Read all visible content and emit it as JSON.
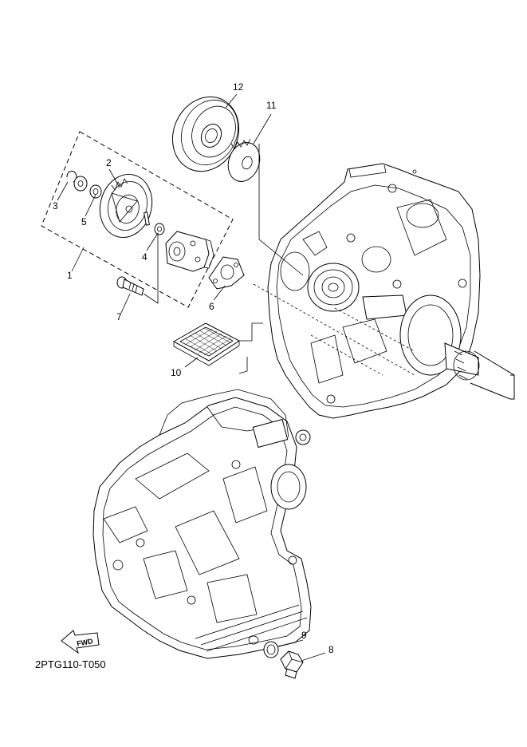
{
  "diagram": {
    "code": "2PTG110-T050",
    "fwd_label": "FWD",
    "callouts": [
      {
        "id": "1",
        "label": "1"
      },
      {
        "id": "2",
        "label": "2"
      },
      {
        "id": "3",
        "label": "3"
      },
      {
        "id": "4",
        "label": "4"
      },
      {
        "id": "5",
        "label": "5"
      },
      {
        "id": "6",
        "label": "6"
      },
      {
        "id": "7",
        "label": "7"
      },
      {
        "id": "8",
        "label": "8"
      },
      {
        "id": "9",
        "label": "9"
      },
      {
        "id": "10",
        "label": "10"
      },
      {
        "id": "11",
        "label": "11"
      },
      {
        "id": "12",
        "label": "12"
      }
    ]
  }
}
